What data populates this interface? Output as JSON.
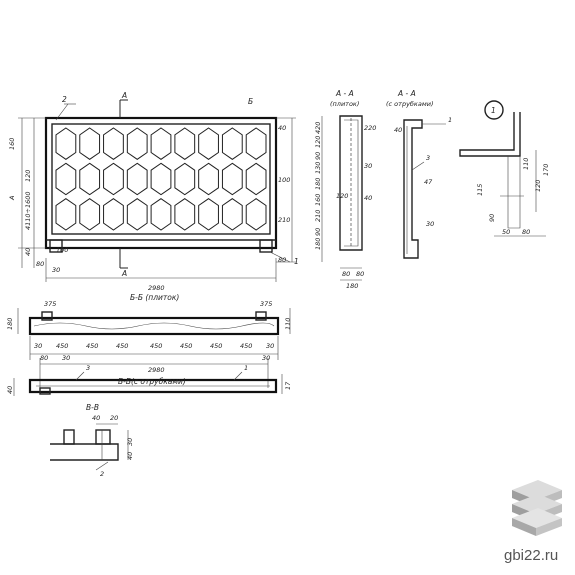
{
  "watermark": {
    "site": "gbi22.ru",
    "logo_icon": "stacked-slabs-logo-icon",
    "colors": [
      "#d9d9d9",
      "#bdbdbd",
      "#9e9e9e"
    ]
  },
  "front_view": {
    "dims": {
      "overall_length": "2980",
      "top": "2",
      "vert_total": "4110÷1600",
      "vert_a": "120",
      "vert_b": "160",
      "vert_c": "40",
      "bottom_a": "80",
      "bottom_b": "30",
      "bottom_c": "100",
      "right_a": "40",
      "right_b": "100",
      "right_c": "210",
      "right_d": "80",
      "left_label": "А",
      "right_label": "Б",
      "note_1": "1",
      "note_2": "2"
    },
    "section_top": "А",
    "section_bottom": "А"
  },
  "section_aa_left": {
    "title": "А - А",
    "subtitle": "(плиток)",
    "dims": [
      "420",
      "120",
      "90",
      "130",
      "180",
      "160",
      "210",
      "90",
      "180",
      "120",
      "220",
      "30",
      "40",
      "80",
      "80",
      "180"
    ]
  },
  "section_aa_right": {
    "title": "А - А",
    "subtitle": "(с отрубками)",
    "dims": [
      "40",
      "1",
      "3",
      "47",
      "30"
    ]
  },
  "detail_1": {
    "marker": "1",
    "dims": [
      "115",
      "110",
      "120",
      "170",
      "90",
      "50",
      "80"
    ]
  },
  "section_bb_plan": {
    "title": "Б-Б (плиток)",
    "dims": [
      "375",
      "375",
      "30",
      "450",
      "450",
      "450",
      "450",
      "450",
      "450",
      "450",
      "30",
      "80",
      "30",
      "30",
      "180",
      "110"
    ]
  },
  "section_bb_side": {
    "title": "Б-Б(с отрубками)",
    "overall_length": "2980",
    "dims": [
      "3",
      "1",
      "17",
      "40"
    ]
  },
  "section_vv": {
    "title": "В-В",
    "dims": [
      "40",
      "20",
      "30",
      "40",
      "2"
    ]
  }
}
